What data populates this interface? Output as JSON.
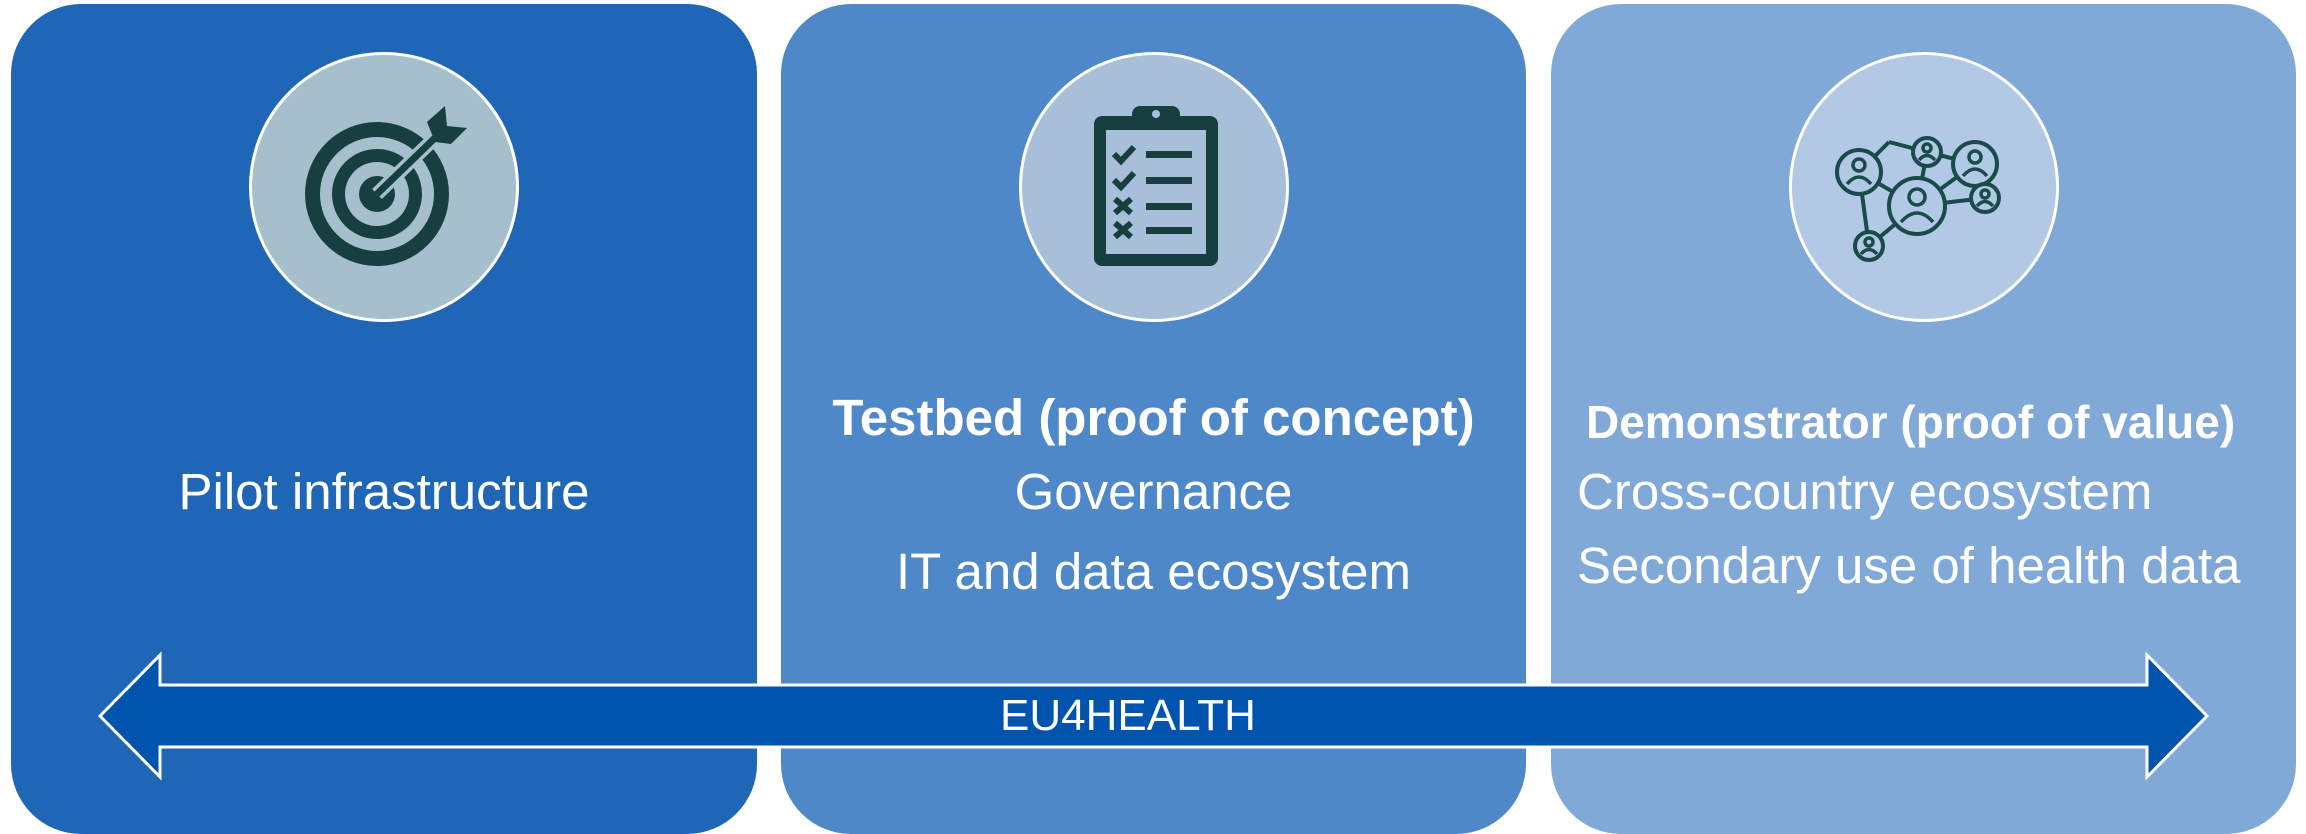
{
  "cards": [
    {
      "icon": "target-icon",
      "lines": [
        "Pilot infrastructure"
      ]
    },
    {
      "icon": "clipboard-checklist-icon",
      "heading": "Testbed (proof of concept)",
      "lines": [
        "Governance",
        "IT and data ecosystem"
      ]
    },
    {
      "icon": "people-network-icon",
      "heading": "Demonstrator (proof of value)",
      "lines": [
        "Cross-country ecosystem",
        "Secondary use of health data"
      ]
    }
  ],
  "arrow": {
    "label": "EU4HEALTH"
  },
  "colors": {
    "card_1": "#1f66b6",
    "card_2": "#4f88c8",
    "card_3": "#80a9d8",
    "arrow_fill": "#0054ad",
    "icon_stroke": "#1a4a4a"
  }
}
